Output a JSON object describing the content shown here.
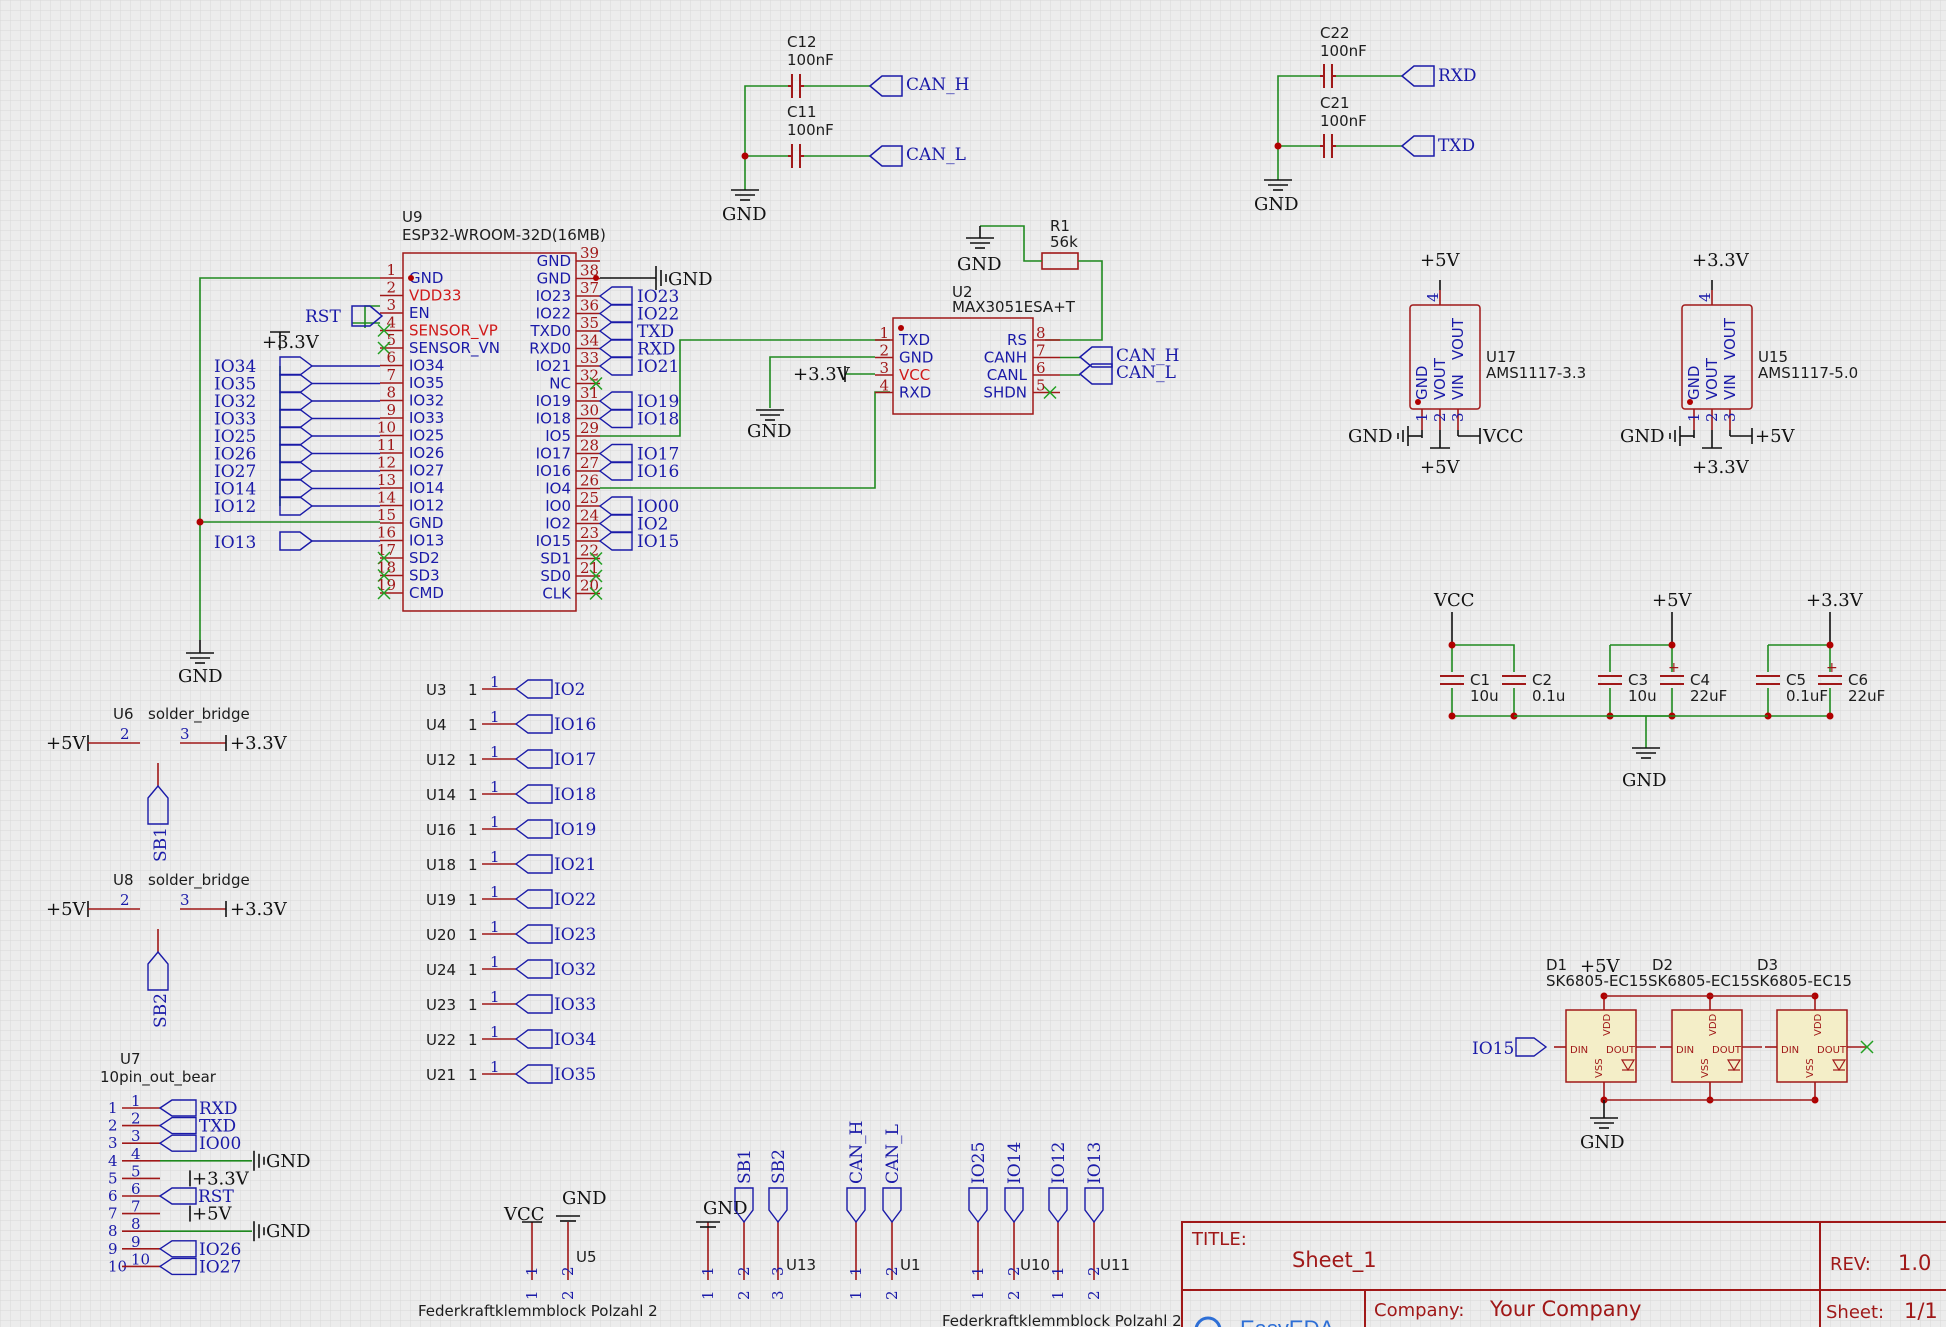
{
  "u9": {
    "ref": "U9",
    "value": "ESP32-WROOM-32D(16MB)",
    "left_pins": [
      {
        "num": "1",
        "name": "GND",
        "red": false
      },
      {
        "num": "2",
        "name": "VDD33",
        "red": true
      },
      {
        "num": "3",
        "name": "EN",
        "red": false
      },
      {
        "num": "4",
        "name": "SENSOR_VP",
        "red": true
      },
      {
        "num": "5",
        "name": "SENSOR_VN",
        "red": false
      },
      {
        "num": "6",
        "name": "IO34",
        "red": false
      },
      {
        "num": "7",
        "name": "IO35",
        "red": false
      },
      {
        "num": "8",
        "name": "IO32",
        "red": false
      },
      {
        "num": "9",
        "name": "IO33",
        "red": false
      },
      {
        "num": "10",
        "name": "IO25",
        "red": false
      },
      {
        "num": "11",
        "name": "IO26",
        "red": false
      },
      {
        "num": "12",
        "name": "IO27",
        "red": false
      },
      {
        "num": "13",
        "name": "IO14",
        "red": false
      },
      {
        "num": "14",
        "name": "IO12",
        "red": false
      },
      {
        "num": "15",
        "name": "GND",
        "red": false
      },
      {
        "num": "16",
        "name": "IO13",
        "red": false
      },
      {
        "num": "17",
        "name": "SD2",
        "red": false
      },
      {
        "num": "18",
        "name": "SD3",
        "red": false
      },
      {
        "num": "19",
        "name": "CMD",
        "red": false
      }
    ],
    "right_pins": [
      {
        "num": "39",
        "name": "GND",
        "net": ""
      },
      {
        "num": "38",
        "name": "GND",
        "net": "GND"
      },
      {
        "num": "37",
        "name": "IO23",
        "net": "IO23"
      },
      {
        "num": "36",
        "name": "IO22",
        "net": "IO22"
      },
      {
        "num": "35",
        "name": "TXD0",
        "net": "TXD"
      },
      {
        "num": "34",
        "name": "RXD0",
        "net": "RXD"
      },
      {
        "num": "33",
        "name": "IO21",
        "net": "IO21"
      },
      {
        "num": "32",
        "name": "NC",
        "net": ""
      },
      {
        "num": "31",
        "name": "IO19",
        "net": "IO19"
      },
      {
        "num": "30",
        "name": "IO18",
        "net": "IO18"
      },
      {
        "num": "29",
        "name": "IO5",
        "net": ""
      },
      {
        "num": "28",
        "name": "IO17",
        "net": "IO17"
      },
      {
        "num": "27",
        "name": "IO16",
        "net": "IO16"
      },
      {
        "num": "26",
        "name": "IO4",
        "net": ""
      },
      {
        "num": "25",
        "name": "IO0",
        "net": "IO00"
      },
      {
        "num": "24",
        "name": "IO2",
        "net": "IO2"
      },
      {
        "num": "23",
        "name": "IO15",
        "net": "IO15"
      },
      {
        "num": "22",
        "name": "SD1",
        "net": ""
      },
      {
        "num": "21",
        "name": "SD0",
        "net": ""
      },
      {
        "num": "20",
        "name": "CLK",
        "net": ""
      }
    ],
    "left_nets": [
      "IO34",
      "IO35",
      "IO32",
      "IO33",
      "IO25",
      "IO26",
      "IO27",
      "IO14",
      "IO12"
    ],
    "rst": "RST",
    "io13": "IO13",
    "v33": "+3.3V",
    "gnd": "GND"
  },
  "c12": {
    "ref": "C12",
    "value": "100nF",
    "net": "CAN_H"
  },
  "c11": {
    "ref": "C11",
    "value": "100nF",
    "net": "CAN_L"
  },
  "c22": {
    "ref": "C22",
    "value": "100nF",
    "net": "RXD"
  },
  "c21": {
    "ref": "C21",
    "value": "100nF",
    "net": "TXD"
  },
  "gnd": "GND",
  "r1": {
    "ref": "R1",
    "value": "56k"
  },
  "u2": {
    "ref": "U2",
    "value": "MAX3051ESA+T",
    "left": [
      {
        "num": "1",
        "name": "TXD"
      },
      {
        "num": "2",
        "name": "GND"
      },
      {
        "num": "3",
        "name": "VCC"
      },
      {
        "num": "4",
        "name": "RXD"
      }
    ],
    "right": [
      {
        "num": "8",
        "name": "RS"
      },
      {
        "num": "7",
        "name": "CANH"
      },
      {
        "num": "6",
        "name": "CANL"
      },
      {
        "num": "5",
        "name": "SHDN"
      }
    ],
    "canh": "CAN_H",
    "canl": "CAN_L",
    "v33": "+3.3V"
  },
  "u17": {
    "ref": "U17",
    "value": "AMS1117-3.3",
    "top": "+5V",
    "bottom": "+5V",
    "left": "GND",
    "right": "VCC"
  },
  "u15": {
    "ref": "U15",
    "value": "AMS1117-5.0",
    "top": "+3.3V",
    "bottom": "+3.3V",
    "left": "GND",
    "right": "+5V"
  },
  "reg_pins": {
    "gnd": "GND",
    "vout": "VOUT",
    "vout2": "VOUT",
    "vin": "VIN",
    "n1": "1",
    "n2": "2",
    "n3": "3",
    "n4": "4"
  },
  "decoupling": {
    "rails": [
      "VCC",
      "+5V",
      "+3.3V"
    ],
    "caps": [
      {
        "ref": "C1",
        "value": "10u"
      },
      {
        "ref": "C2",
        "value": "0.1u"
      },
      {
        "ref": "C3",
        "value": "10u"
      },
      {
        "ref": "C4",
        "value": "22uF"
      },
      {
        "ref": "C5",
        "value": "0.1uF"
      },
      {
        "ref": "C6",
        "value": "22uF"
      }
    ],
    "gnd": "GND"
  },
  "leds": {
    "refs": [
      "D1",
      "D2",
      "D3"
    ],
    "value": "SK6805-EC15SK6805-EC15SK6805-EC15",
    "vdd": "+5V",
    "gnd": "GND",
    "din_net": "IO15",
    "pins": {
      "vdd": "VDD",
      "din": "DIN",
      "dout": "DOUT",
      "vss": "VSS"
    }
  },
  "u6": {
    "ref": "U6",
    "value": "solder_bridge",
    "left": "+5V",
    "right": "+3.3V",
    "pad": "SB1"
  },
  "u8": {
    "ref": "U8",
    "value": "solder_bridge",
    "left": "+5V",
    "right": "+3.3V",
    "pad": "SB2"
  },
  "u7": {
    "ref": "U7",
    "value": "10pin_out_bear",
    "nets": [
      "RXD",
      "TXD",
      "IO00",
      "GND",
      "+3.3V",
      "RST",
      "+5V",
      "GND",
      "IO26",
      "IO27"
    ]
  },
  "pads": [
    {
      "ref": "U3",
      "net": "IO2"
    },
    {
      "ref": "U4",
      "net": "IO16"
    },
    {
      "ref": "U12",
      "net": "IO17"
    },
    {
      "ref": "U14",
      "net": "IO18"
    },
    {
      "ref": "U16",
      "net": "IO19"
    },
    {
      "ref": "U18",
      "net": "IO21"
    },
    {
      "ref": "U19",
      "net": "IO22"
    },
    {
      "ref": "U20",
      "net": "IO23"
    },
    {
      "ref": "U24",
      "net": "IO32"
    },
    {
      "ref": "U23",
      "net": "IO33"
    },
    {
      "ref": "U22",
      "net": "IO34"
    },
    {
      "ref": "U21",
      "net": "IO35"
    }
  ],
  "terminals": {
    "u5": {
      "ref": "U5",
      "nets": [
        "VCC",
        "GND"
      ]
    },
    "u13": {
      "ref": "U13",
      "nets": [
        "GND",
        "SB1",
        "SB2"
      ]
    },
    "u1": {
      "ref": "U1",
      "nets": [
        "CAN_H",
        "CAN_L"
      ]
    },
    "u10": {
      "ref": "U10",
      "nets": [
        "IO25",
        "IO14"
      ]
    },
    "u11": {
      "ref": "U11",
      "nets": [
        "IO12",
        "IO13"
      ]
    },
    "value": "Federkraftklemmblock Polzahl 2"
  },
  "titleblock": {
    "title_label": "TITLE:",
    "title": "Sheet_1",
    "rev_label": "REV:",
    "rev": "1.0",
    "company_label": "Company:",
    "company": "Your Company",
    "sheet_label": "Sheet:",
    "sheet": "1/1",
    "logo": "EasyEDA"
  },
  "colors": {
    "wire": "#1f8a1f",
    "part": "#a01818",
    "net": "#1a1aa8",
    "pin_red": "#d01a1a",
    "junction": "#b00000",
    "grid": "#d6d6d6"
  }
}
